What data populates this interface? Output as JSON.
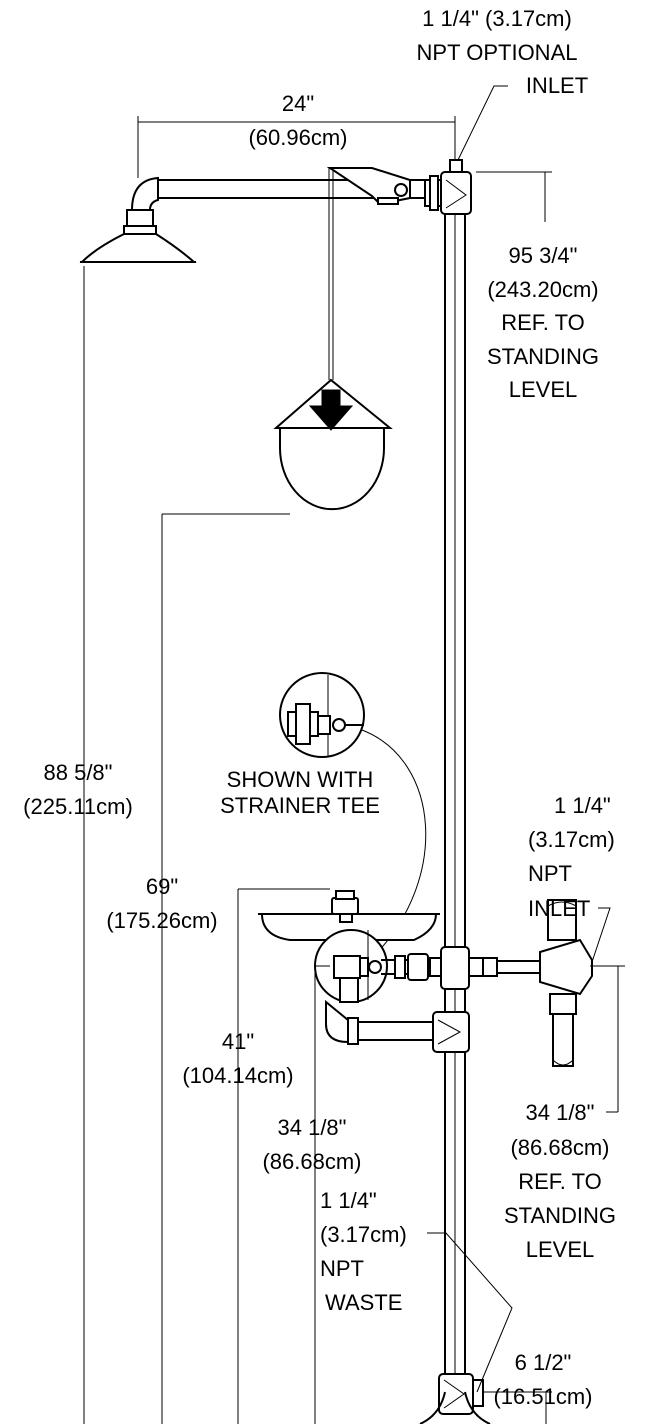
{
  "colors": {
    "ink": "#000000",
    "background": "#ffffff"
  },
  "labels": {
    "top_inlet": [
      "1 1/4\" (3.17cm)",
      "NPT OPTIONAL",
      "INLET"
    ],
    "arm_length": [
      "24\"",
      "(60.96cm)"
    ],
    "shower_height": [
      "95 3/4\"",
      "(243.20cm)",
      "REF. TO",
      "STANDING",
      "LEVEL"
    ],
    "head_height": [
      "88 5/8\"",
      "(225.11cm)"
    ],
    "detail_note": [
      "SHOWN WITH",
      "STRAINER TEE"
    ],
    "side_inlet": [
      "1 1/4\"",
      "(3.17cm)",
      "NPT",
      "INLET"
    ],
    "pull_height": [
      "69\"",
      "(175.26cm)"
    ],
    "bowl_height": [
      "41\"",
      "(104.14cm)"
    ],
    "valve_height": [
      "34 1/8\"",
      "(86.68cm)"
    ],
    "inlet_height": [
      "34 1/8\"",
      "(86.68cm)",
      "REF. TO",
      "STANDING",
      "LEVEL"
    ],
    "waste": [
      "1 1/4\"",
      "(3.17cm)",
      "NPT",
      "WASTE"
    ],
    "waste_offset": [
      "6 1/2\"",
      "(16.51cm)"
    ]
  }
}
